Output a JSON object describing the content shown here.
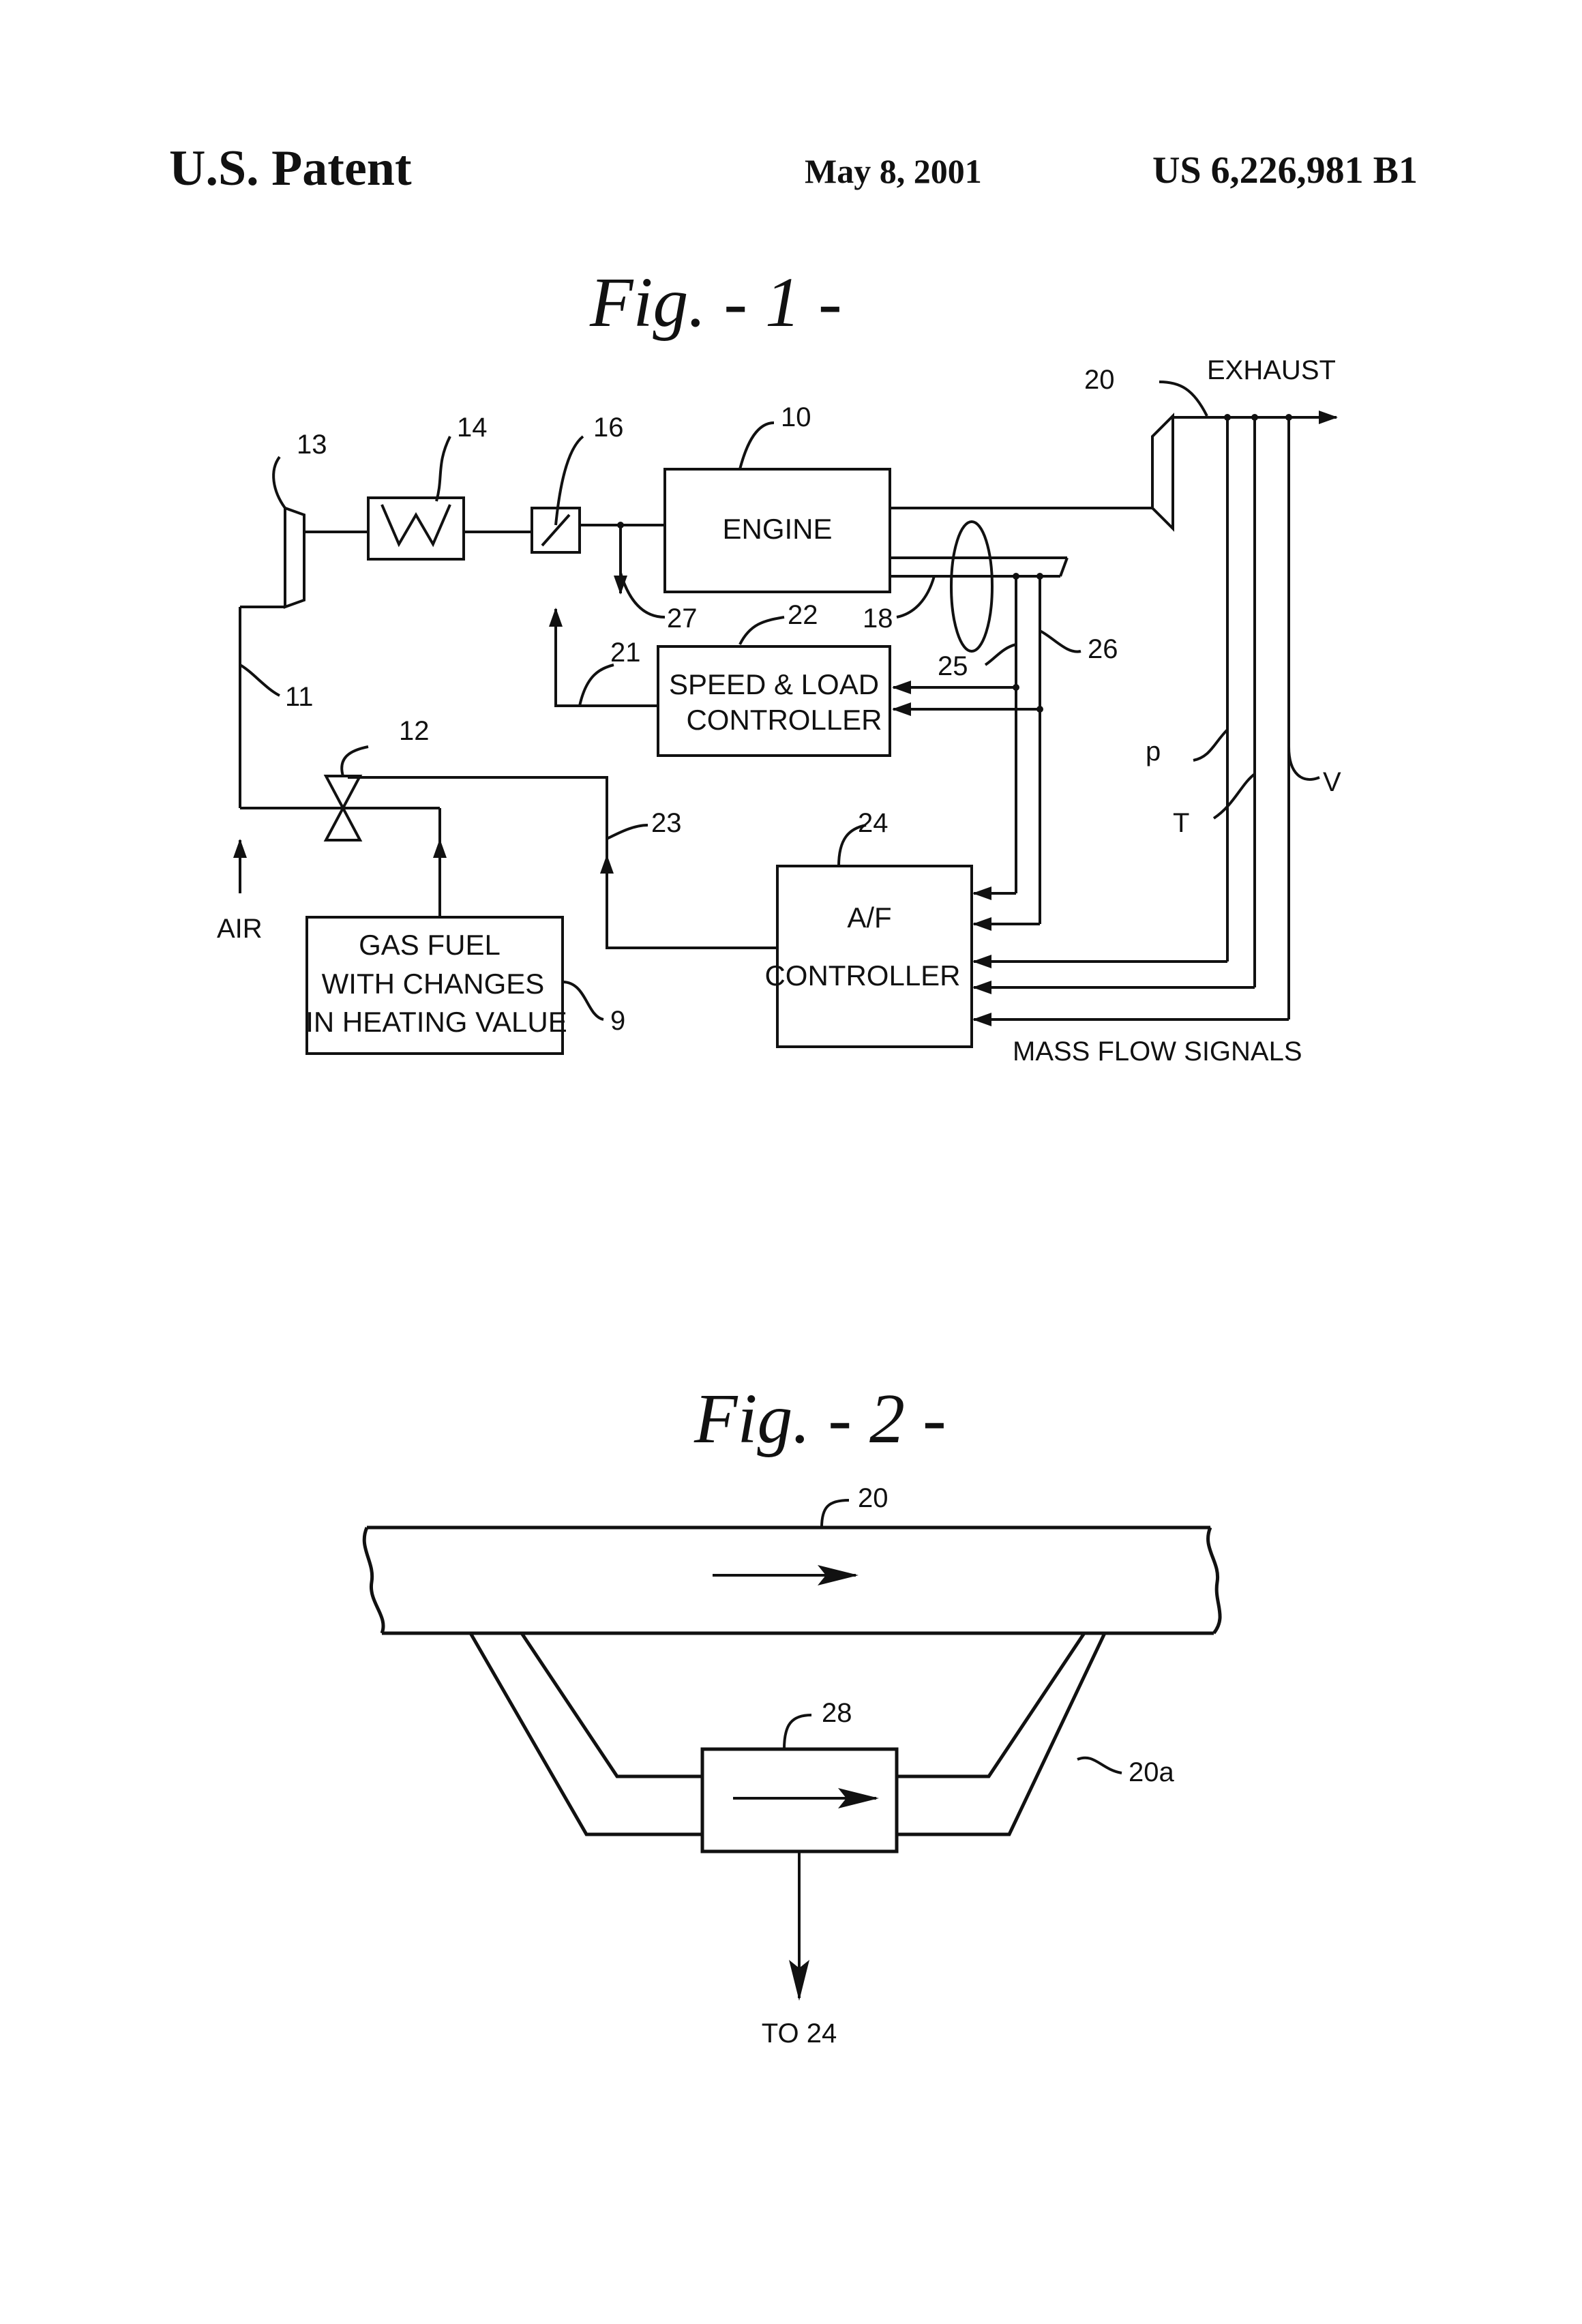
{
  "header": {
    "left": "U.S. Patent",
    "date": "May 8, 2001",
    "patent_number": "US 6,226,981 B1"
  },
  "fig1": {
    "title": "Fig. - 1 -",
    "engine": "ENGINE",
    "speed_load_1": "SPEED & LOAD",
    "speed_load_2": "CONTROLLER",
    "af_1": "A/F",
    "af_2": "CONTROLLER",
    "fuel_1": "GAS FUEL",
    "fuel_2": "WITH CHANGES",
    "fuel_3": "IN HEATING VALUE",
    "air": "AIR",
    "exhaust": "EXHAUST",
    "mass_flow": "MASS FLOW SIGNALS",
    "sig_p": "p",
    "sig_t": "T",
    "sig_v": "V",
    "refs": {
      "r9": "9",
      "r10": "10",
      "r11": "11",
      "r12": "12",
      "r13": "13",
      "r14": "14",
      "r16": "16",
      "r18": "18",
      "r20": "20",
      "r21": "21",
      "r22": "22",
      "r23": "23",
      "r24": "24",
      "r25": "25",
      "r26": "26",
      "r27": "27"
    }
  },
  "fig2": {
    "title": "Fig. - 2 -",
    "r20": "20",
    "r20a": "20a",
    "r28": "28",
    "to24": "TO 24"
  }
}
